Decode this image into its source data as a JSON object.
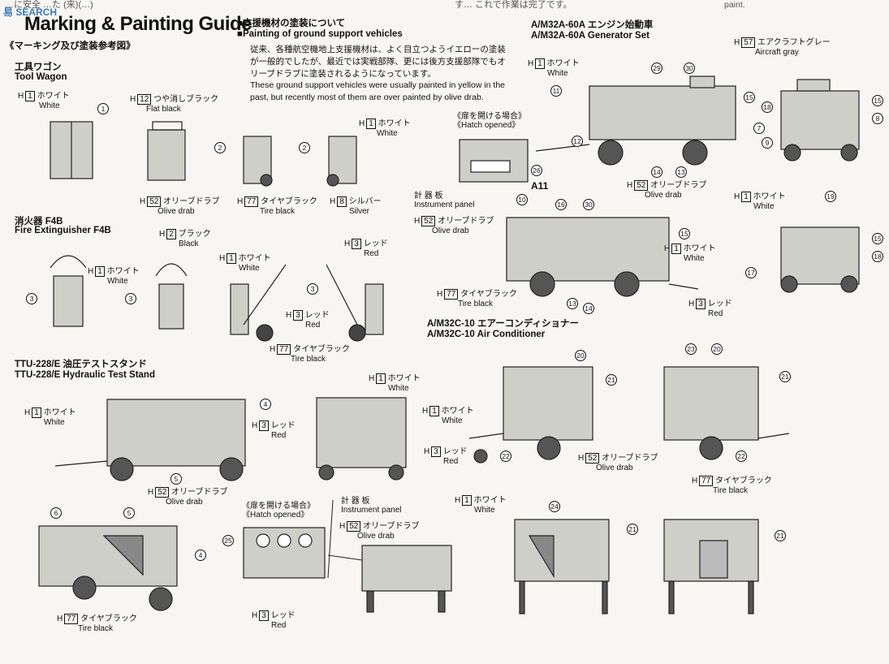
{
  "header": {
    "top_left_text": "…に安全 …た (来)(…)",
    "top_mid_text": "す… これで作業は完了です。",
    "top_right_text": "paint.",
    "watermark": "易 SEARCH",
    "title": "Marking & Painting Guide",
    "subtitle_jp": "《マーキング及び塗装参考図》"
  },
  "intro": {
    "heading_jp": "■支援機材の塗装について",
    "heading_en": "■Painting of ground support vehicles",
    "para_jp": "従来、各種航空機地上支援機材は、よく目立つようイエローの塗装が一般的でしたが、最近では実戦部隊、更には後方支援部隊でもオリーブドラブに塗装されるようになっています。",
    "para_en": "These ground support vehicles were usually painted in yellow in the past, but recently most of them are over painted by olive drab."
  },
  "sections": {
    "tool_wagon_jp": "工具ワゴン",
    "tool_wagon_en": "Tool Wagon",
    "fire_jp": "消火器 F4B",
    "fire_en": "Fire Extinguisher F4B",
    "ttu_jp": "TTU-228/E 油圧テストスタンド",
    "ttu_en": "TTU-228/E Hydraulic Test Stand",
    "gen_jp": "A/M32A-60A エンジン始動車",
    "gen_en": "A/M32A-60A Generator Set",
    "ac_jp": "A/M32C-10 エアーコンディショナー",
    "ac_en": "A/M32C-10 Air Conditioner"
  },
  "paint": {
    "white_jp": "ホワイト",
    "white_en": "White",
    "white_code": "1",
    "red_jp": "レッド",
    "red_en": "Red",
    "red_code": "3",
    "black_jp": "ブラック",
    "black_en": "Black",
    "black_code": "2",
    "flat_black_jp": "つや消しブラック",
    "flat_black_en": "Flat black",
    "flat_black_code": "12",
    "olive_jp": "オリーブドラブ",
    "olive_en": "Olive drab",
    "olive_code": "52",
    "tire_jp": "タイヤブラック",
    "tire_en": "Tire black",
    "tire_code": "77",
    "silver_jp": "シルバー",
    "silver_en": "Silver",
    "silver_code": "8",
    "gray_jp": "エアクラフトグレー",
    "gray_en": "Aircraft gray",
    "gray_code": "57",
    "prefix": "H"
  },
  "misc": {
    "hatch_jp": "《扉を開ける場合》",
    "hatch_en": "《Hatch opened》",
    "instrument_jp": "計 器 板",
    "instrument_en": "Instrument panel",
    "a11": "A11"
  }
}
